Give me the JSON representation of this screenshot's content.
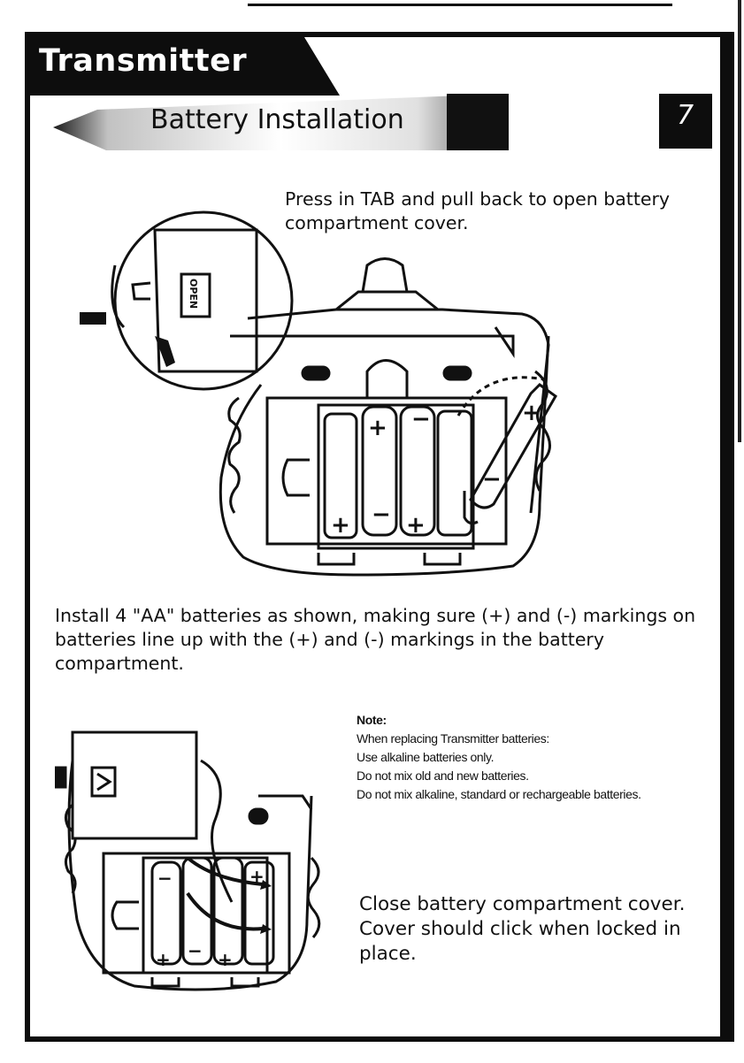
{
  "header": {
    "section_title": "Transmitter",
    "subtitle": "Battery Installation",
    "page_number": "7"
  },
  "steps": {
    "open_cover": "Press in TAB and pull back to open battery compartment cover.",
    "install_batteries": "Install 4 \"AA\" batteries as shown, making sure (+) and (-) markings on batteries line up with the (+) and (-) markings in the battery compartment.",
    "close_cover": "Close battery compartment cover. Cover should click when locked in place."
  },
  "note": {
    "title": "Note:",
    "lines": [
      "When replacing Transmitter batteries:",
      "Use alkaline batteries only.",
      "Do not mix old and new batteries.",
      "Do not mix alkaline, standard or rechargeable batteries."
    ]
  },
  "figure_labels": {
    "open_label": "OPEN",
    "plus": "+",
    "minus": "−"
  }
}
